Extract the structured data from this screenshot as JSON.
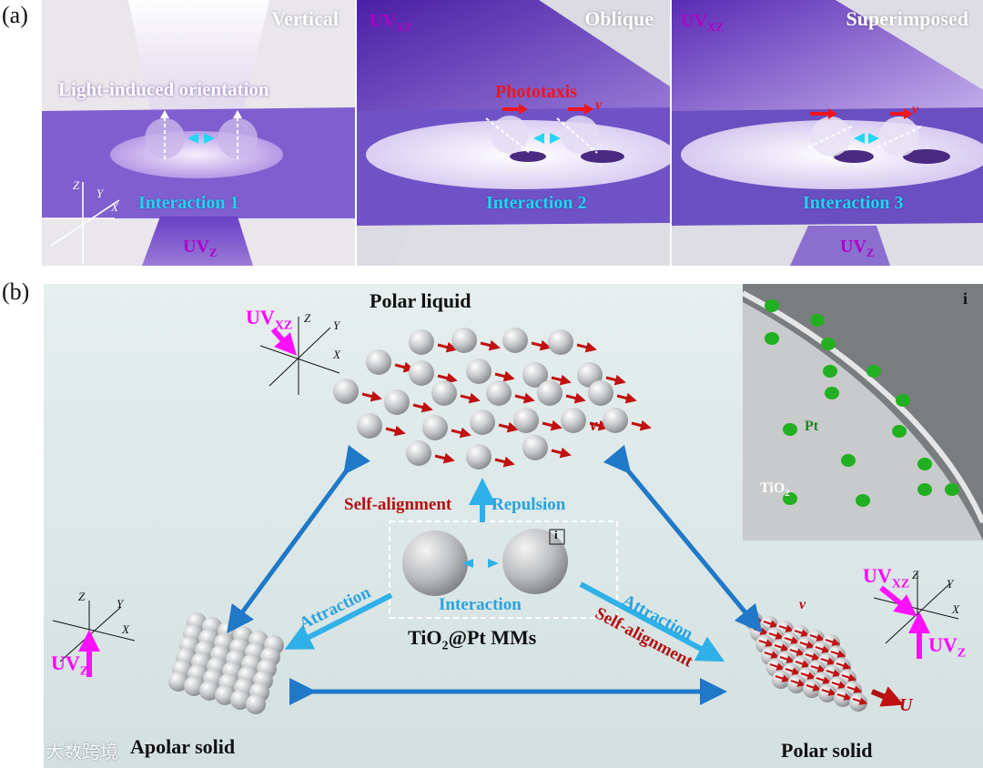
{
  "panel_a": {
    "letter": "(a)",
    "vertical": {
      "title": "Vertical",
      "orientation_label": "Light-induced orientation",
      "interaction_label": "Interaction 1",
      "uv_bottom_main": "UV",
      "uv_bottom_sub": "Z",
      "axis": {
        "z": "Z",
        "y": "Y",
        "x": "X"
      }
    },
    "oblique": {
      "title": "Oblique",
      "uv_main": "UV",
      "uv_sub": "XZ",
      "phototaxis_label": "Phototaxis",
      "v_label": "v",
      "interaction_label": "Interaction 2"
    },
    "superimposed": {
      "title": "Superimposed",
      "uv_main": "UV",
      "uv_sub": "XZ",
      "v_label": "v",
      "interaction_label": "Interaction 3",
      "uv_bottom_main": "UV",
      "uv_bottom_sub": "Z"
    }
  },
  "panel_b": {
    "letter": "(b)",
    "polar_liquid": "Polar liquid",
    "apolar_solid": "Apolar solid",
    "polar_solid": "Polar solid",
    "center_title_main": "TiO",
    "center_title_sub": "2",
    "center_title_rest": "@Pt MMs",
    "self_alignment_left": "Self-alignment",
    "repulsion": "Repulsion",
    "interaction": "Interaction",
    "attraction_left": "Attraction",
    "attraction_right": "Attraction",
    "self_alignment_right": "Self-alignment",
    "v_label_liquid": "v",
    "v_label_solid": "v",
    "u_label": "U",
    "box_marker": "i",
    "uv_xz_main": "UV",
    "uv_xz_sub": "XZ",
    "uv_z_main": "UV",
    "uv_z_sub": "Z",
    "axis": {
      "z": "Z",
      "y": "Y",
      "x": "X"
    },
    "inset": {
      "marker": "i",
      "pt_label": "Pt",
      "tio2_main": "TiO",
      "tio2_sub": "2"
    }
  },
  "watermark": "大数跨境"
}
